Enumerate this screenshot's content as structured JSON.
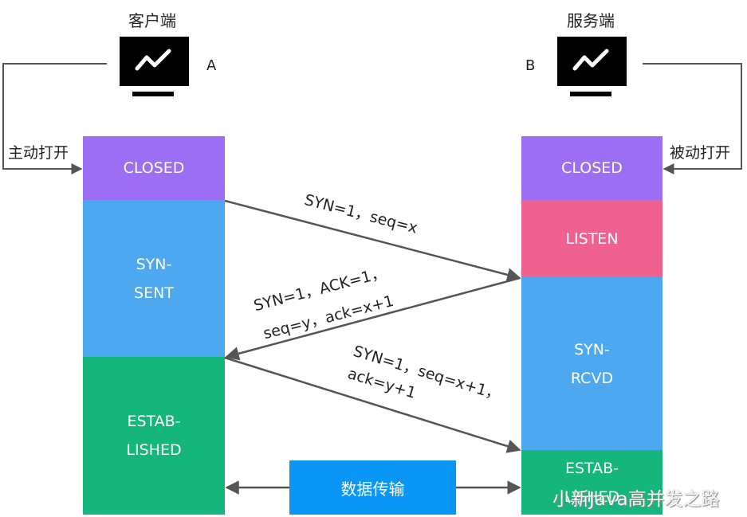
{
  "client": {
    "title": "客户端",
    "letter": "A",
    "open_label": "主动打开"
  },
  "server": {
    "title": "服务端",
    "letter": "B",
    "open_label": "被动打开"
  },
  "client_states": [
    "CLOSED",
    "SYN-\nSENT",
    "ESTAB-\nLISHED"
  ],
  "server_states": [
    "CLOSED",
    "LISTEN",
    "SYN-\nRCVD",
    "ESTAB-\nLISHED"
  ],
  "messages": {
    "m1": "SYN=1，seq=x",
    "m2_line1": "SYN=1，ACK=1，",
    "m2_line2": "seq=y，ack=x+1",
    "m3_line1": "SYN=1，seq=x+1，",
    "m3_line2": "ack=y+1"
  },
  "data_transfer": "数据传输",
  "watermark": "小新Java高并发之路",
  "colors": {
    "closed": "#9b6ef3",
    "listen": "#ef6191",
    "syn": "#4da8f0",
    "established": "#14b67c",
    "data_box": "#0a96f5",
    "arrow": "#555555"
  }
}
